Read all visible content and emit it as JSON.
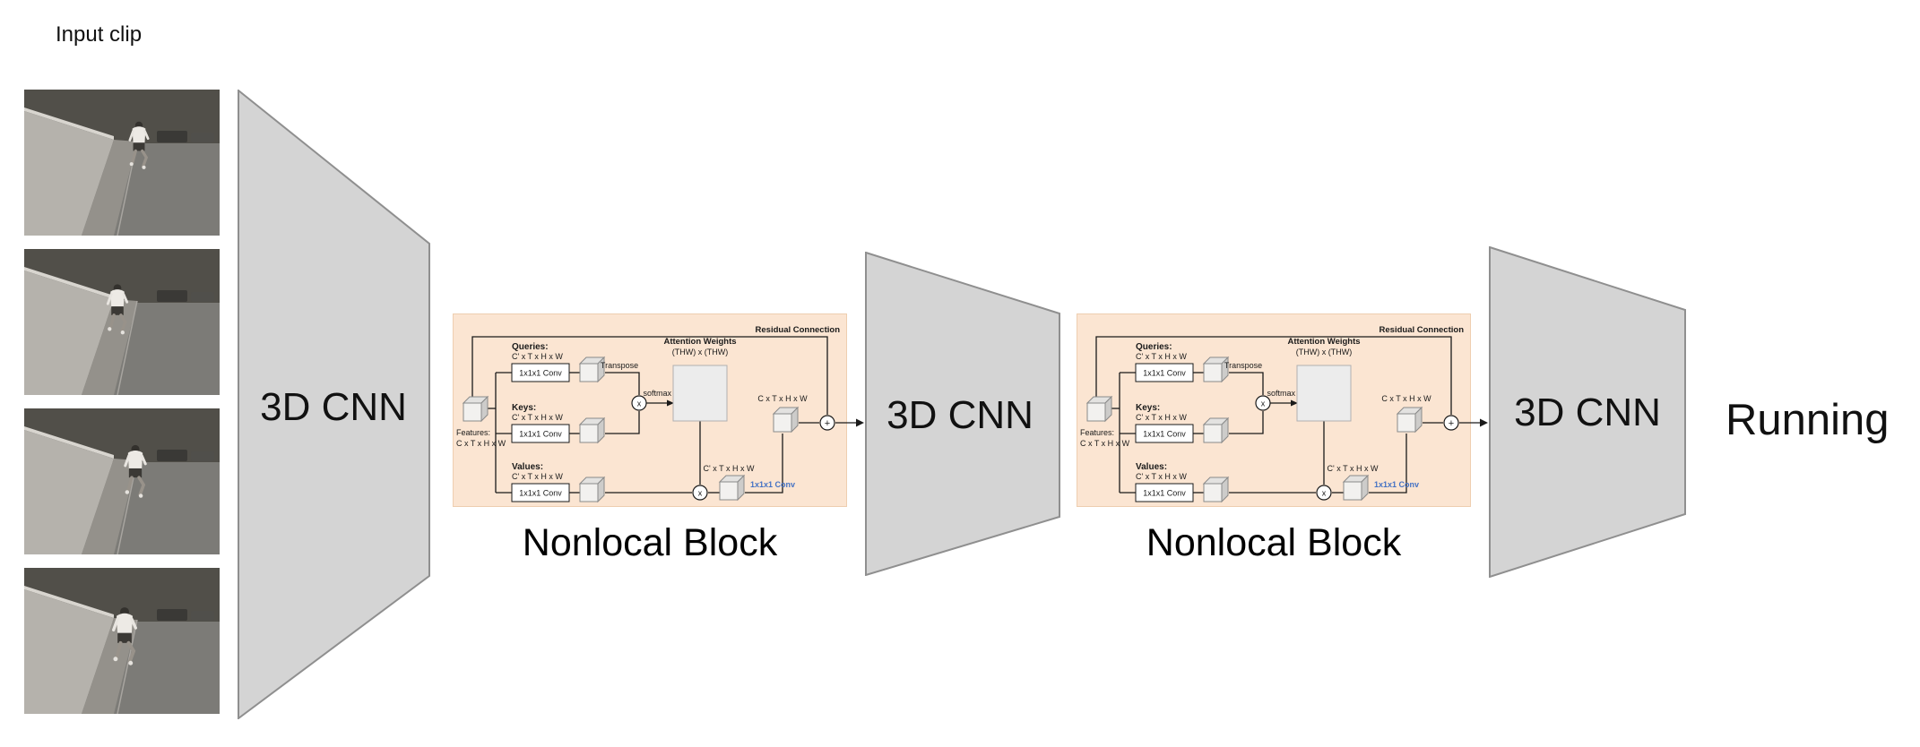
{
  "input": {
    "label": "Input clip",
    "frames": [
      "runner-street-frame-1",
      "runner-street-frame-2",
      "runner-street-frame-3",
      "runner-street-frame-4"
    ]
  },
  "cnn": {
    "label": "3D CNN"
  },
  "nonlocal": {
    "caption": "Nonlocal Block",
    "residual": "Residual Connection",
    "features_line1": "Features:",
    "features_line2": "C x T x H x W",
    "queries": "Queries:",
    "keys": "Keys:",
    "values": "Values:",
    "qkv_dims": "C' x T x H x W",
    "conv": "1x1x1 Conv",
    "conv_blue": "1x1x1 Conv",
    "transpose": "Transpose",
    "softmax": "softmax",
    "multiply": "x",
    "plus": "+",
    "attention_title": "Attention Weights",
    "attention_dims": "(THW) x (THW)",
    "mult_out_dims": "C' x T x H x W",
    "out_dims": "C x T x H x W"
  },
  "output": {
    "label": "Running"
  },
  "colors": {
    "block_bg": "#fbe5d2",
    "block_border": "#eeceb0",
    "trapezoid_fill": "#d4d4d4",
    "trapezoid_stroke": "#8f8f8f",
    "conv_blue_color": "#4472c4"
  }
}
